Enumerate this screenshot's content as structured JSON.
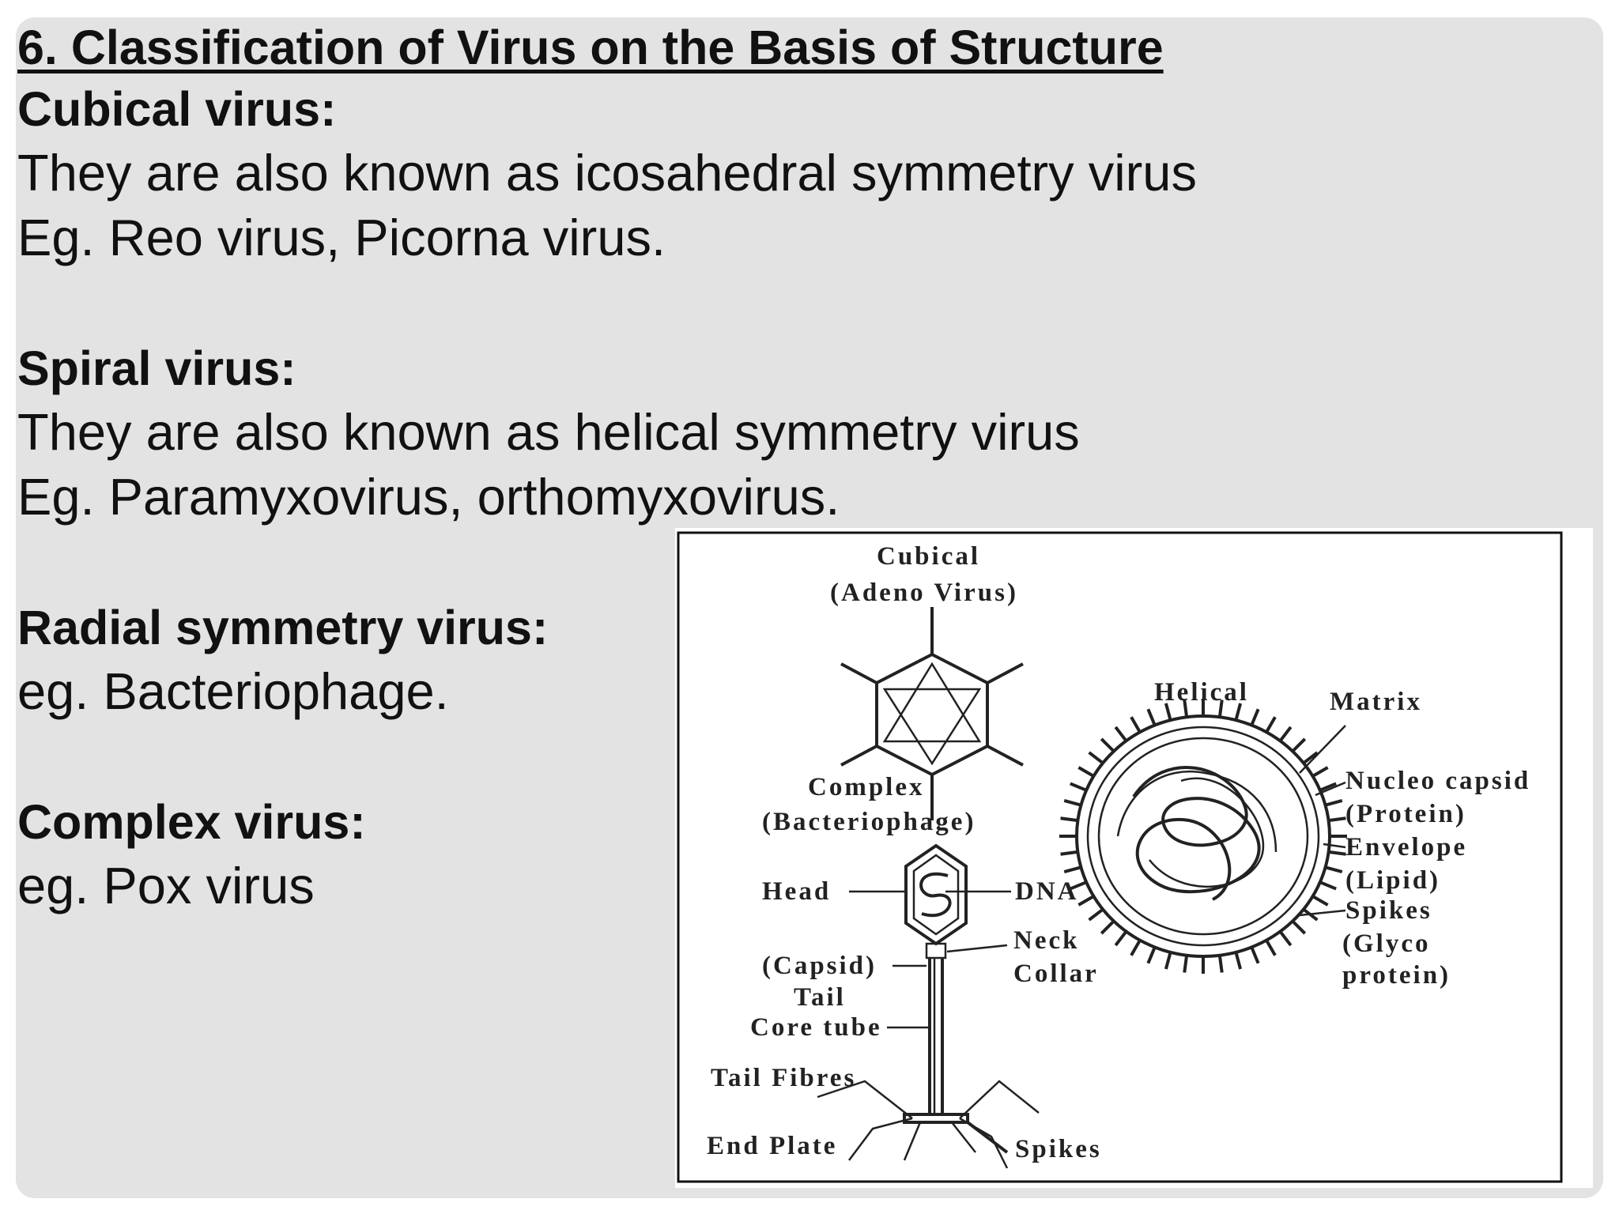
{
  "title": "6. Classification of Virus on the Basis of Structure",
  "sections": [
    {
      "heading": "Cubical virus:",
      "line1": "They are also known as icosahedral symmetry virus",
      "line2": "Eg. Reo virus, Picorna virus."
    },
    {
      "heading": "Spiral virus:",
      "line1": "They are also known as helical symmetry virus",
      "line2": "Eg. Paramyxovirus, orthomyxovirus."
    },
    {
      "heading": "Radial symmetry virus:",
      "line1": "eg. Bacteriophage."
    },
    {
      "heading": "Complex virus:",
      "line1": "eg. Pox virus"
    }
  ],
  "figure": {
    "cubical": "Cubical",
    "adeno": "(Adeno Virus)",
    "helical": "Helical",
    "matrix": "Matrix",
    "complex": "Complex",
    "bacteriophage": "(Bacteriophage)",
    "head": "Head",
    "dna": "DNA",
    "capsid": "(Capsid)",
    "neck": "Neck",
    "collar": "Collar",
    "tail": "Tail",
    "core_tube": "Core tube",
    "tail_fibres": "Tail Fibres",
    "end_plate": "End Plate",
    "spikes_bottom": "Spikes",
    "nucleo_capsid": "Nucleo capsid",
    "protein": "(Protein)",
    "envelope": "Envelope",
    "lipid": "(Lipid)",
    "spikes_right": "Spikes",
    "glyco": "(Glyco",
    "protein2": "protein)"
  }
}
